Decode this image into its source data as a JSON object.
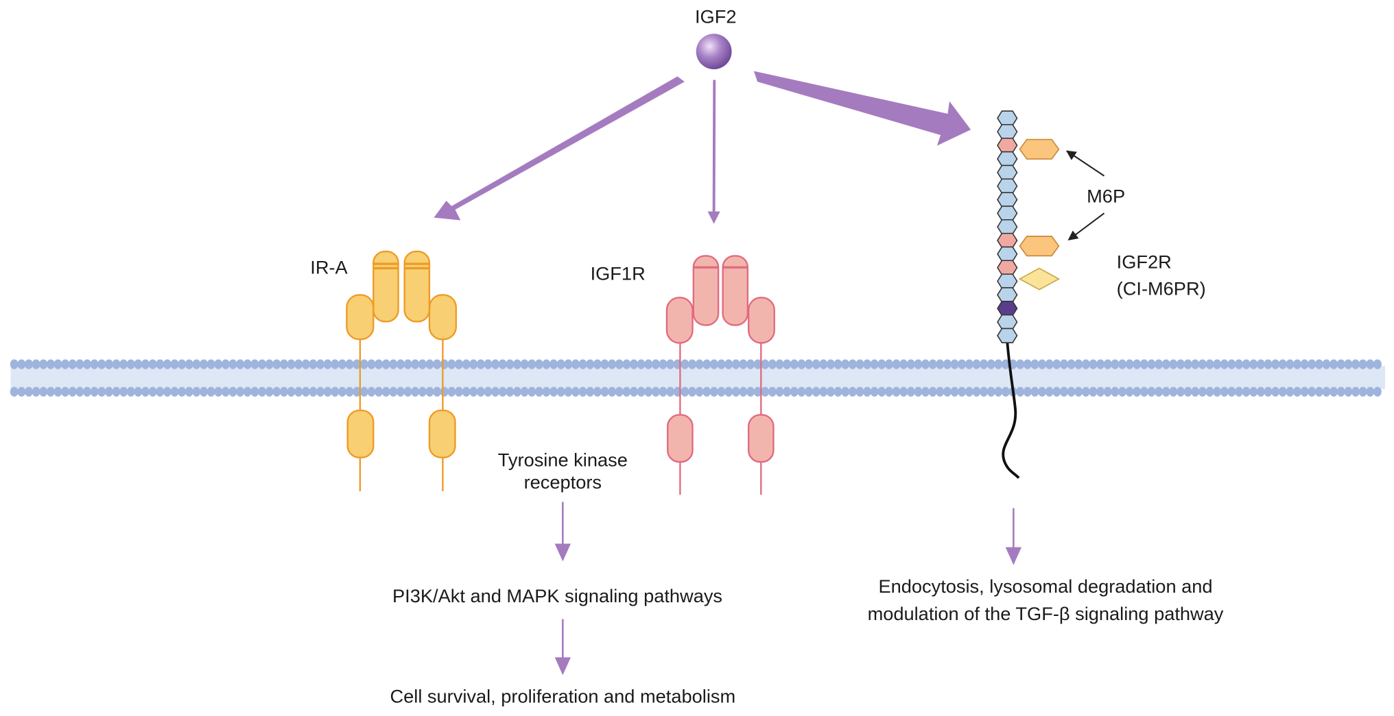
{
  "labels": {
    "ligand": "IGF2",
    "ir_a": "IR-A",
    "igf1r": "IGF1R",
    "m6p": "M6P",
    "igf2r": "IGF2R",
    "igf2r_alias": "(CI-M6PR)",
    "tk_line1": "Tyrosine kinase",
    "tk_line2": "receptors",
    "pathways": "PI3K/Akt and MAPK signaling pathways",
    "outcome": "Cell survival, proliferation and metabolism",
    "igf2r_line1": "Endocytosis, lysosomal degradation and",
    "igf2r_line2": "modulation of the TGF-β signaling pathway"
  },
  "colors": {
    "arrow": "#a57bbf",
    "ir_a_fill": "#f8cf72",
    "ir_a_stroke": "#ee9a25",
    "igf1r_fill": "#f2b5ad",
    "igf1r_stroke": "#e06a7e",
    "membrane_head": "#9fb4dc",
    "bead": "#b9d3ea",
    "bead_pink": "#f0a9a2",
    "bead_dark": "#5a3e8c",
    "m6p": "#fbc57e",
    "diamond": "#fbe39a"
  }
}
